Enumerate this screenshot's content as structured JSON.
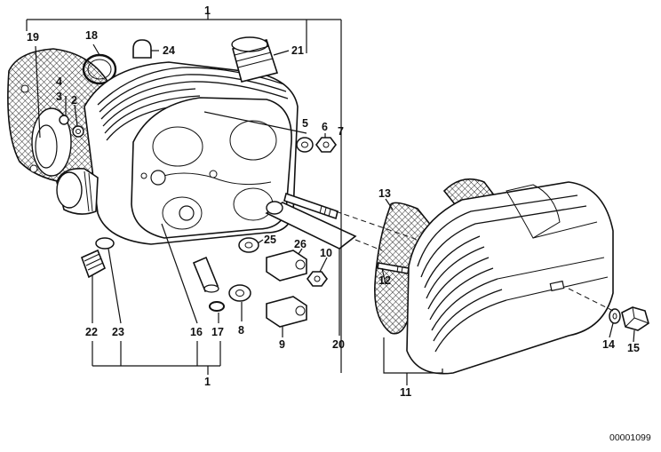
{
  "diagram": {
    "callouts": {
      "c1_top": "1",
      "c1_bottom": "1",
      "c2": "2",
      "c3": "3",
      "c4": "4",
      "c5": "5",
      "c6": "6",
      "c7": "7",
      "c8": "8",
      "c9": "9",
      "c10": "10",
      "c11": "11",
      "c12": "12",
      "c13": "13",
      "c14": "14",
      "c15": "15",
      "c16": "16",
      "c17": "17",
      "c18": "18",
      "c19": "19",
      "c20": "20",
      "c21": "21",
      "c22": "22",
      "c23": "23",
      "c24": "24",
      "c25": "25",
      "c26": "26"
    },
    "document_number": "00001099"
  }
}
